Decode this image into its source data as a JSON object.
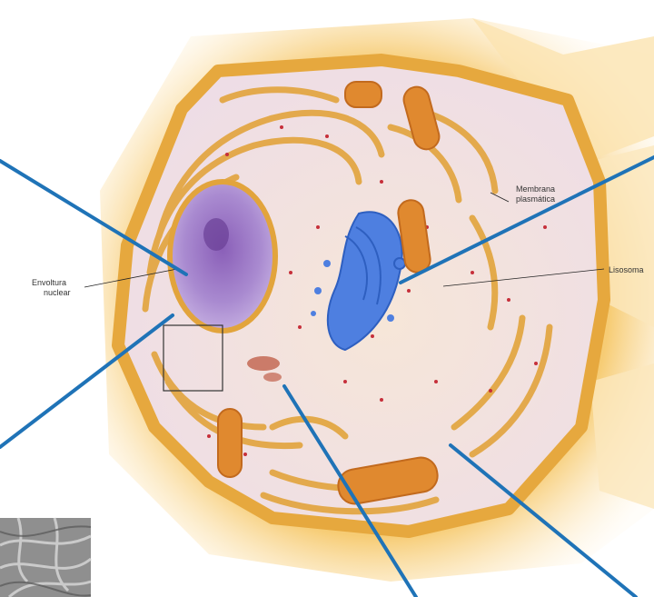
{
  "labels": {
    "plasma_membrane_line1": "Membrana",
    "plasma_membrane_line2": "plasmática",
    "lysosome": "Lisosoma",
    "nuclear_envelope_line1": "Envoltura",
    "nuclear_envelope_line2": "nuclear"
  },
  "colors": {
    "pointer": "#1f73b7",
    "cell_outline": "#f0b843",
    "cytoplasm": "#f1e3e7",
    "nucleus": "#a98ad0",
    "golgi": "#4e7fe0",
    "mitochondria": "#e0892f",
    "endoplasmic_reticulum": "#e2a43c"
  }
}
